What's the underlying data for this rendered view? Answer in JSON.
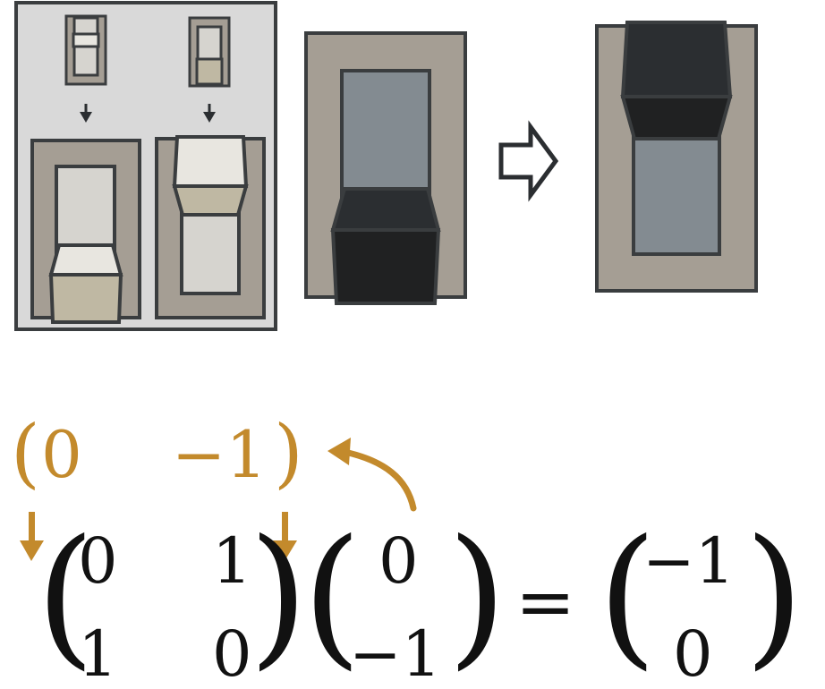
{
  "colors": {
    "outline": "#3a3d3f",
    "panel_bg": "#d9d9d9",
    "plate": "#a59e94",
    "switch_light": "#d6d4cf",
    "switch_light_top": "#e8e6e0",
    "switch_tan": "#bfb8a3",
    "switch_dark": "#202122",
    "switch_dark_mid": "#2b2e31",
    "slot_gray": "#838b91",
    "accent": "#c38a2c"
  },
  "icons": {
    "arrow": "hollow-right-arrow-icon",
    "down_arrows": "down-arrow-icon",
    "curved": "curved-arrow-icon"
  },
  "row_vector": [
    "0",
    "−1"
  ],
  "matrix": [
    [
      "0",
      "1"
    ],
    [
      "1",
      "0"
    ]
  ],
  "vector": [
    "0",
    "−1"
  ],
  "equals": "=",
  "result": [
    "−1",
    "0"
  ]
}
